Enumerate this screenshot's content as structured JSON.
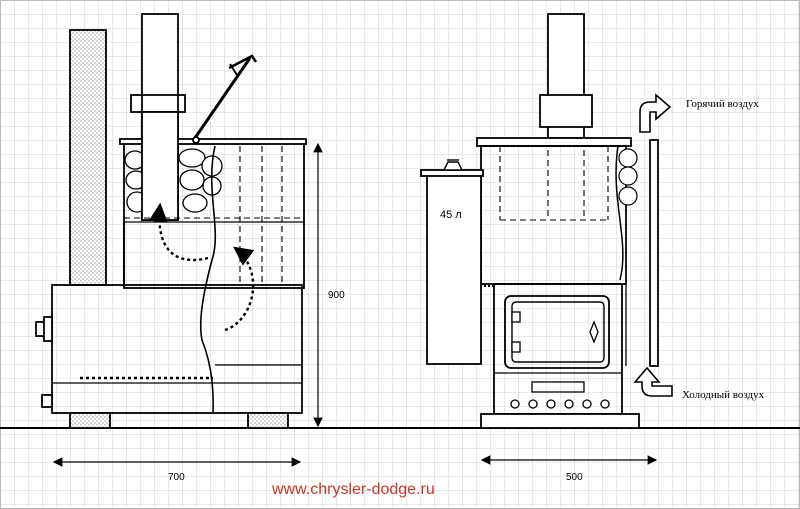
{
  "labels": {
    "hot_air": "Горячий воздух",
    "cold_air": "Холодный воздух",
    "tank_volume": "45 л",
    "height_dim": "900",
    "width_left_dim": "700",
    "width_right_dim": "500"
  },
  "watermark": "www.chrysler-dodge.ru",
  "colors": {
    "grid": "#c8c8c8",
    "line": "#000000",
    "watermark": "#c0392b",
    "brick_dots": "#9a9a9a"
  }
}
